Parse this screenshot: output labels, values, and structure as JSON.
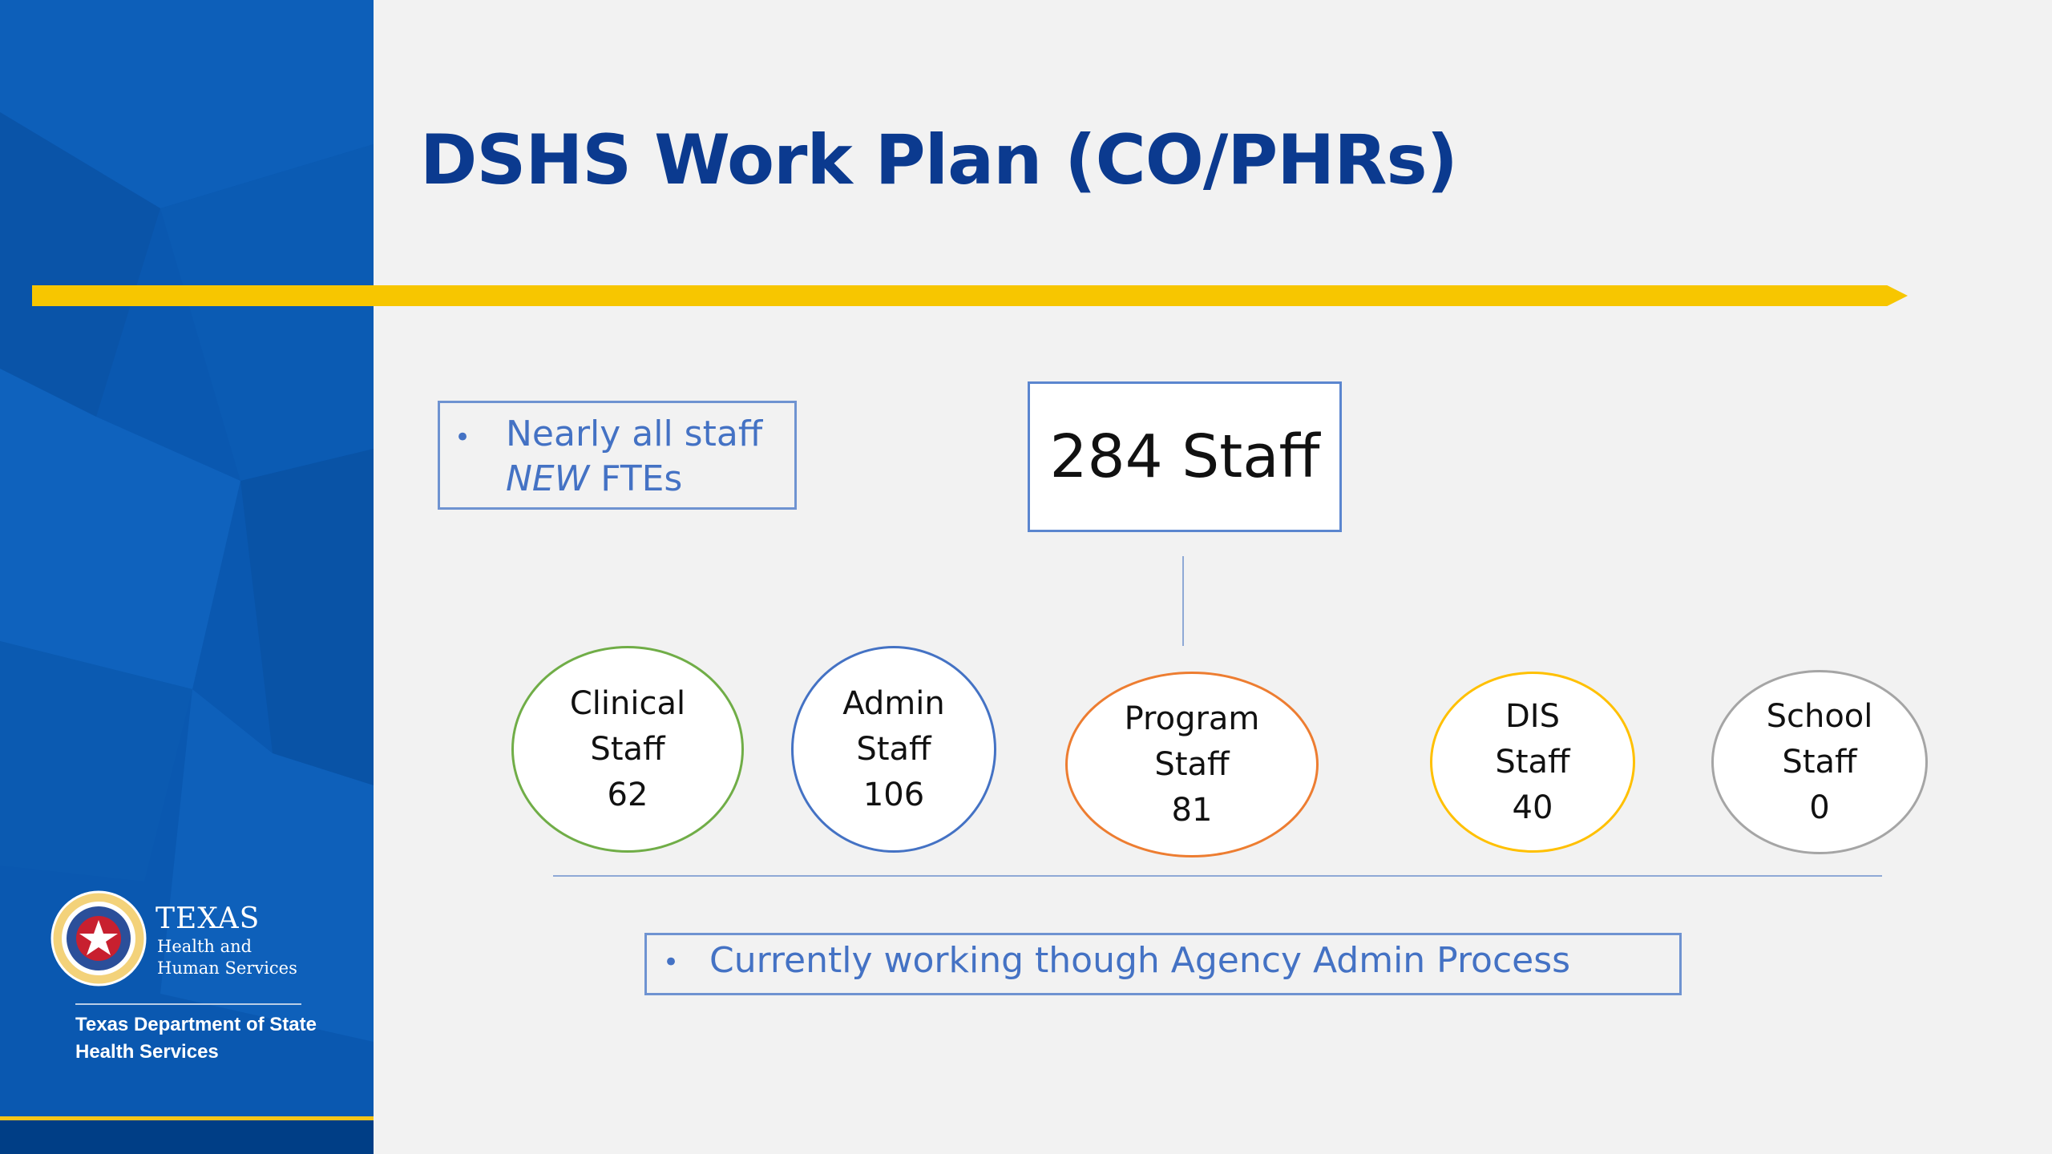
{
  "slide": {
    "title": "DSHS Work Plan (CO/PHRs)"
  },
  "logo": {
    "word": "TEXAS",
    "subtitle": "Health and Human Services",
    "department": "Texas Department of State Health Services"
  },
  "note": {
    "line1": "Nearly all staff",
    "line2_italic": "NEW",
    "line2_rest": " FTEs"
  },
  "total": {
    "label": "284 Staff"
  },
  "groups": [
    {
      "name_line1": "Clinical",
      "name_line2": "Staff",
      "count": "62",
      "color": "#70ad47"
    },
    {
      "name_line1": "Admin",
      "name_line2": "Staff",
      "count": "106",
      "color": "#4472c4"
    },
    {
      "name_line1": "Program",
      "name_line2": "Staff",
      "count": "81",
      "color": "#ed7d31"
    },
    {
      "name_line1": "DIS",
      "name_line2": "Staff",
      "count": "40",
      "color": "#ffc000"
    },
    {
      "name_line1": "School",
      "name_line2": "Staff",
      "count": "0",
      "color": "#a5a5a5"
    }
  ],
  "process": {
    "text": "Currently working though Agency Admin Process"
  },
  "colors": {
    "panel_blue": "#0a58b0",
    "title_blue": "#0b3a8f",
    "accent_gold": "#f7c600",
    "note_blue": "#4472c4"
  }
}
